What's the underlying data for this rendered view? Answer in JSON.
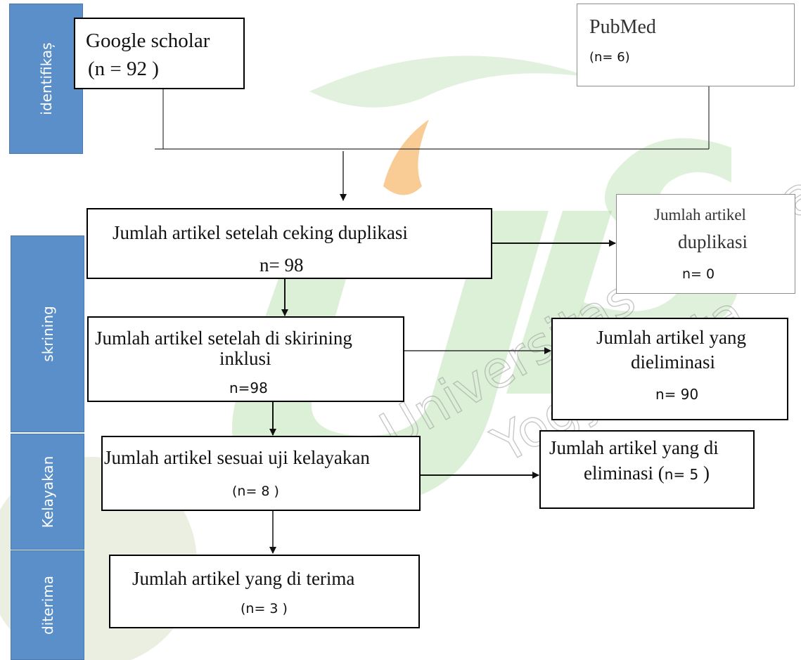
{
  "stages": {
    "identifikasi": "identifikaș",
    "skrining": "skrining",
    "kelayakan": "Kelayakan",
    "diterima": "diterima"
  },
  "sources": {
    "google": {
      "name": "Google scholar",
      "count": "(n = 92 )"
    },
    "pubmed": {
      "name": "PubMed",
      "count": "(n= 6)"
    }
  },
  "boxes": {
    "duplicate_check": {
      "line1": "Jumlah artikel setelah ceking duplikasi",
      "count": "n= 98"
    },
    "duplicates": {
      "line1": "Jumlah artikel",
      "line2": "duplikasi",
      "count": "n= 0"
    },
    "screening": {
      "line1": "Jumlah artikel setelah di skirining",
      "line2": "inklusi",
      "count": "n=98"
    },
    "eliminated_screen": {
      "line1": "Jumlah artikel yang",
      "line2": "dieliminasi",
      "count": "n= 90"
    },
    "eligibility": {
      "line1": "Jumlah artikel sesuai uji kelayakan",
      "count": "(n= 8 )"
    },
    "eliminated_elig": {
      "line1": "Jumlah artikel yang di",
      "line2_prefix": "eliminasi (",
      "count": "n= 5",
      "line2_suffix": " )"
    },
    "accepted": {
      "line1": "Jumlah artikel yang di terima",
      "count": "(n= 3 )"
    }
  },
  "watermark": {
    "text": "Universitas 'Aisyiyah Yogyakarta",
    "color_green": "#5fb44a",
    "color_orange": "#f3a23c"
  }
}
